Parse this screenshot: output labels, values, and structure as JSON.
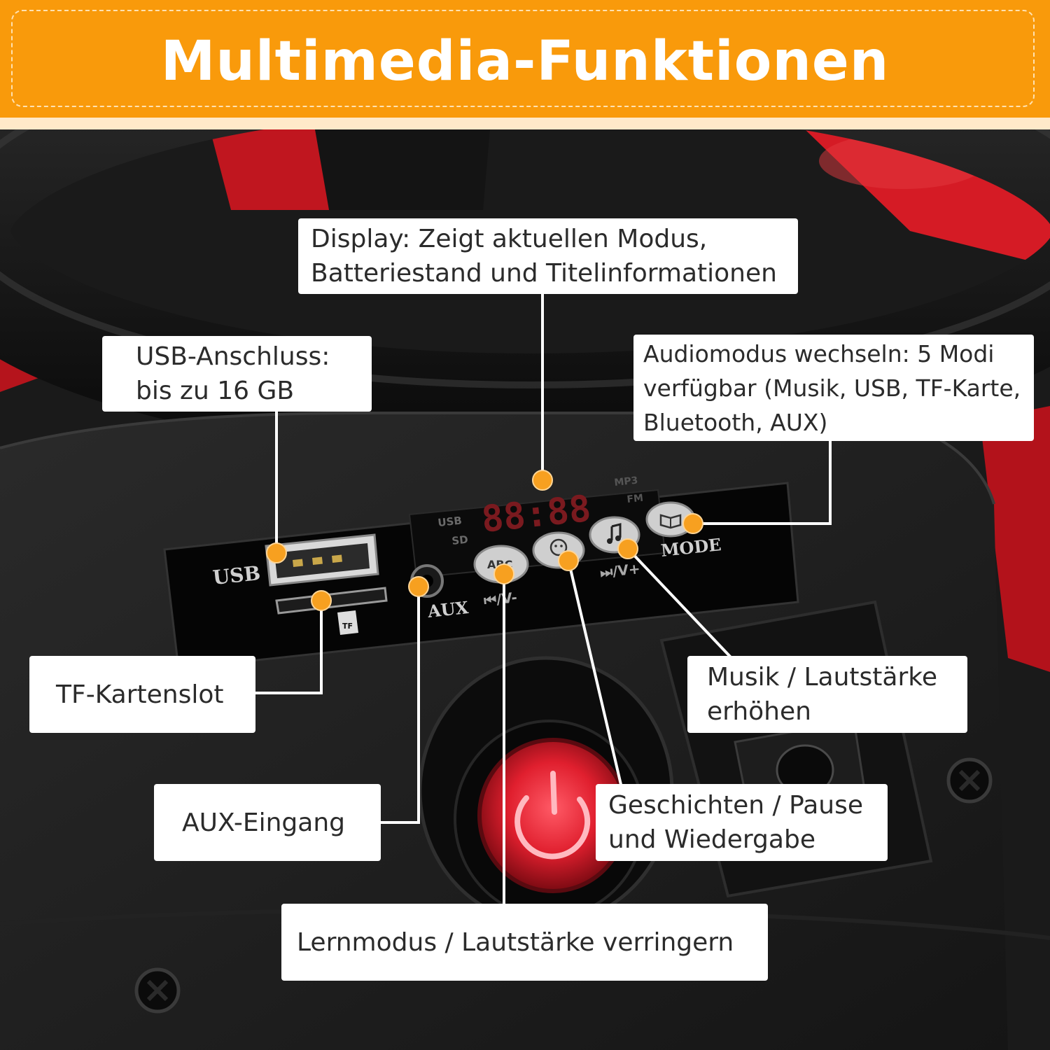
{
  "header": {
    "title": "Multimedia-Funktionen"
  },
  "panel_labels": {
    "usb": "USB",
    "tf": "TF",
    "aux": "AUX",
    "mode": "MODE",
    "screen_usb": "USB",
    "screen_sd": "SD",
    "screen_mp3": "MP3",
    "screen_fm": "FM",
    "segment_readout": "88:88",
    "btn_abc": "ABC",
    "btn_prev_label": "⏮/V-",
    "btn_next_label": "⏭/V+"
  },
  "callouts": {
    "display": {
      "line1": "Display: Zeigt aktuellen Modus,",
      "line2": "Batteriestand und Titelinformationen"
    },
    "usb": {
      "line1": "USB-Anschluss:",
      "line2": "bis zu 16 GB"
    },
    "audiomode": {
      "line1": "Audiomodus wechseln: 5 Modi",
      "line2": "verfügbar (Musik, USB, TF-Karte,",
      "line3": "Bluetooth, AUX)"
    },
    "tf": {
      "line1": "TF-Kartenslot"
    },
    "music": {
      "line1": "Musik / Lautstärke",
      "line2": "erhöhen"
    },
    "aux": {
      "line1": "AUX-Eingang"
    },
    "stories": {
      "line1": "Geschichten / Pause",
      "line2": "und Wiedergabe"
    },
    "learn": {
      "line1": "Lernmodus / Lautstärke verringern"
    }
  },
  "icons": [
    "power-icon",
    "music-note-icon",
    "book-icon",
    "dog-face-icon",
    "screw-icon",
    "sd-card-icon"
  ],
  "colors": {
    "banner": "#f99a0b",
    "dot": "#f7a020",
    "power_button": "#e8232b"
  }
}
